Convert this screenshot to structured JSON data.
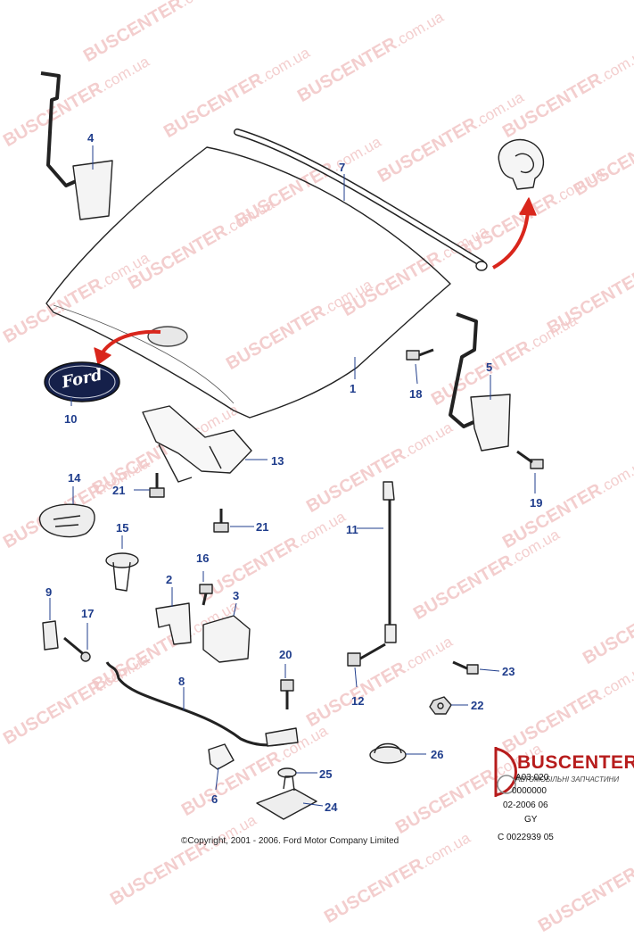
{
  "watermark": {
    "brand": "BUSCENTER",
    "tld": ".com.ua"
  },
  "parts": [
    {
      "id": "1",
      "label": "1"
    },
    {
      "id": "2",
      "label": "2"
    },
    {
      "id": "3",
      "label": "3"
    },
    {
      "id": "4",
      "label": "4"
    },
    {
      "id": "5",
      "label": "5"
    },
    {
      "id": "6",
      "label": "6"
    },
    {
      "id": "7",
      "label": "7"
    },
    {
      "id": "8",
      "label": "8"
    },
    {
      "id": "9",
      "label": "9"
    },
    {
      "id": "10",
      "label": "10"
    },
    {
      "id": "11",
      "label": "11"
    },
    {
      "id": "12",
      "label": "12"
    },
    {
      "id": "13",
      "label": "13"
    },
    {
      "id": "14",
      "label": "14"
    },
    {
      "id": "15",
      "label": "15"
    },
    {
      "id": "16",
      "label": "16"
    },
    {
      "id": "17",
      "label": "17"
    },
    {
      "id": "18",
      "label": "18"
    },
    {
      "id": "19",
      "label": "19"
    },
    {
      "id": "20",
      "label": "20"
    },
    {
      "id": "21a",
      "label": "21"
    },
    {
      "id": "21b",
      "label": "21"
    },
    {
      "id": "22",
      "label": "22"
    },
    {
      "id": "23",
      "label": "23"
    },
    {
      "id": "24",
      "label": "24"
    },
    {
      "id": "25",
      "label": "25"
    },
    {
      "id": "26",
      "label": "26"
    }
  ],
  "emblem_text": "Ford",
  "copyright": "©Copyright, 2001 - 2006. Ford Motor Company Limited",
  "logo": {
    "brand": "BUSCENTER",
    "subtitle": "АВТОМОБІЛЬНІ ЗАПЧАСТИНИ"
  },
  "stamp": [
    "A03.020",
    "0000000",
    "02-2006 06",
    "GY",
    "C 0022939 05"
  ],
  "colors": {
    "callout": "#1f3d8c",
    "arrow": "#d9261c",
    "watermark": "#f2c6c6",
    "brand": "#b71c1c"
  }
}
